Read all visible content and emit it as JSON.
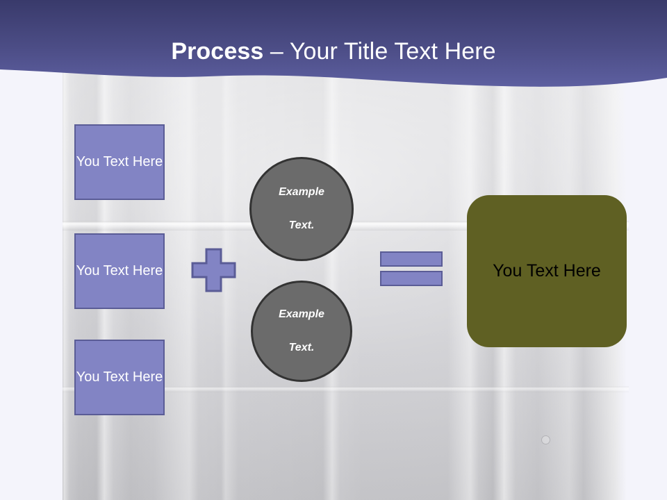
{
  "slide": {
    "title": {
      "bold_part": "Process",
      "rest_part": " – Your Title Text Here"
    },
    "input_boxes": [
      {
        "label": "You Text Here"
      },
      {
        "label": "You Text Here"
      },
      {
        "label": "You Text Here"
      }
    ],
    "operators": {
      "plus": "+",
      "equals": "="
    },
    "circles": [
      {
        "line1": "Example",
        "line2": "Text."
      },
      {
        "line1": "Example",
        "line2": "Text."
      }
    ],
    "result_box": {
      "label": "You Text Here"
    },
    "colors": {
      "header_gradient_top": "#393a6b",
      "header_gradient_bottom": "#5d5fa0",
      "box_fill": "#8284c4",
      "box_border": "#5a5c96",
      "circle_fill": "#6b6b6b",
      "circle_border": "#333333",
      "result_fill": "#5f6023",
      "slide_background": "#f4f4fb",
      "title_text": "#ffffff",
      "result_text": "#000000"
    }
  }
}
